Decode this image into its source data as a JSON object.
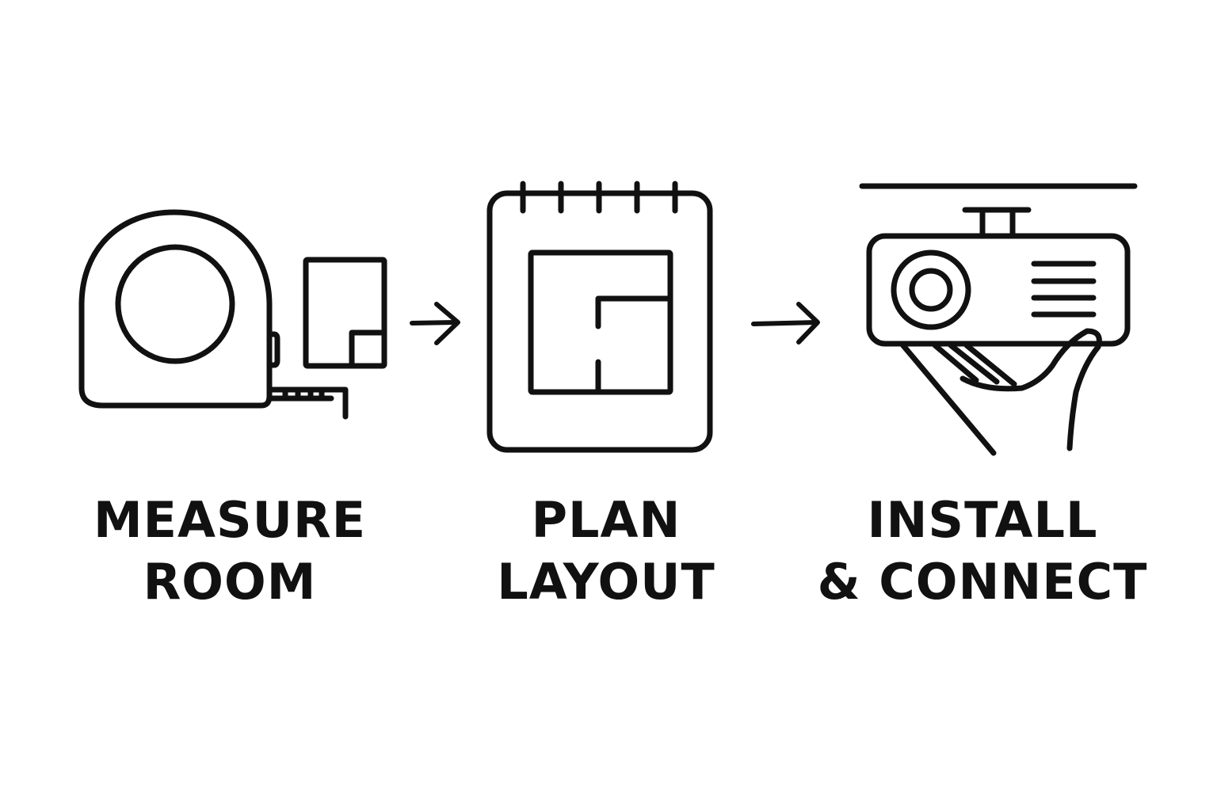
{
  "colors": {
    "background": "#ffffff",
    "ink": "#111111"
  },
  "steps": [
    {
      "icon": "tape-measure-icon",
      "label_line1": "MEASURE",
      "label_line2": "ROOM"
    },
    {
      "icon": "floor-plan-notepad-icon",
      "label_line1": "PLAN",
      "label_line2": "LAYOUT"
    },
    {
      "icon": "ceiling-projector-icon",
      "label_line1": "INSTALL",
      "label_line2": "& CONNECT"
    }
  ],
  "connectors": [
    "arrow-right-icon",
    "arrow-right-icon"
  ]
}
